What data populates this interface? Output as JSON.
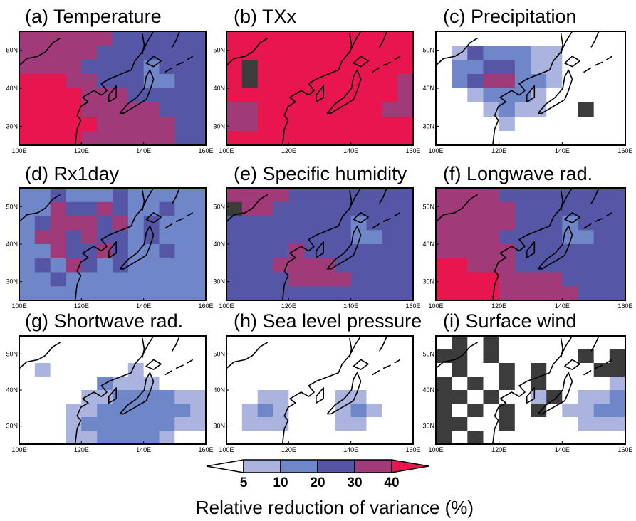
{
  "chart_data": {
    "type": "heatmap",
    "panels": [
      {
        "id": "a",
        "title": "(a) Temperature"
      },
      {
        "id": "b",
        "title": "(b) TXx"
      },
      {
        "id": "c",
        "title": "(c) Precipitation"
      },
      {
        "id": "d",
        "title": "(d) Rx1day"
      },
      {
        "id": "e",
        "title": "(e) Specific humidity"
      },
      {
        "id": "f",
        "title": "(f) Longwave rad."
      },
      {
        "id": "g",
        "title": "(g) Shortwave rad."
      },
      {
        "id": "h",
        "title": "(h) Sea level pressure"
      },
      {
        "id": "i",
        "title": "(i) Surface wind"
      }
    ],
    "x_ticks": [
      "100E",
      "120E",
      "140E",
      "160E"
    ],
    "y_ticks": [
      "50N",
      "40N",
      "30N"
    ],
    "xlim": [
      100,
      160
    ],
    "ylim": [
      25,
      55
    ],
    "colorbar": {
      "levels": [
        "5",
        "10",
        "20",
        "30",
        "40"
      ],
      "colors": [
        "#ffffff",
        "#aab4de",
        "#6f86c8",
        "#5556a6",
        "#a03a78",
        "#e8154e"
      ],
      "label": "Relative reduction of variance (%)"
    },
    "negative_color": "#3c3c3c",
    "coast_color": "#000000"
  }
}
